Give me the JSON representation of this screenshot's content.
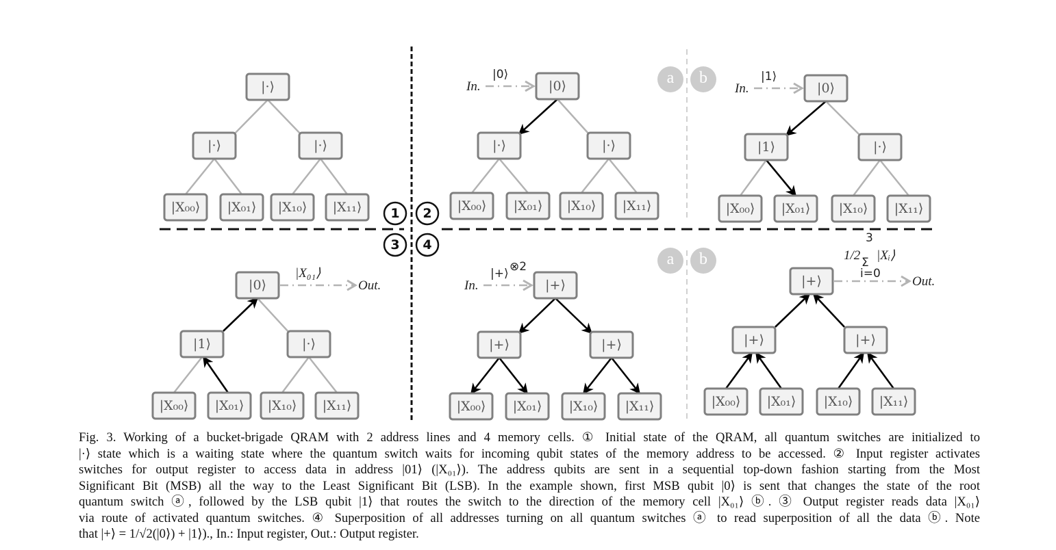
{
  "figure": {
    "panels": [
      {
        "step": "1",
        "nodes": {
          "root": "|·⟩",
          "left": "|·⟩",
          "right": "|·⟩"
        },
        "leaves": [
          "|X₀₀⟩",
          "|X₀₁⟩",
          "|X₁₀⟩",
          "|X₁₁⟩"
        ],
        "input": null,
        "output": null
      },
      {
        "step": "2",
        "sub_label": "a",
        "nodes": {
          "root": "|0⟩",
          "left": "|·⟩",
          "right": "|·⟩"
        },
        "leaves": [
          "|X₀₀⟩",
          "|X₀₁⟩",
          "|X₁₀⟩",
          "|X₁₁⟩"
        ],
        "input": {
          "label": "In.",
          "state": "|0⟩"
        }
      },
      {
        "step": "2",
        "sub_label": "b",
        "nodes": {
          "root": "|0⟩",
          "left": "|1⟩",
          "right": "|·⟩"
        },
        "leaves": [
          "|X₀₀⟩",
          "|X₀₁⟩",
          "|X₁₀⟩",
          "|X₁₁⟩"
        ],
        "input": {
          "label": "In.",
          "state": "|1⟩"
        }
      },
      {
        "step": "3",
        "nodes": {
          "root": "|0⟩",
          "left": "|1⟩",
          "right": "|·⟩"
        },
        "leaves": [
          "|X₀₀⟩",
          "|X₀₁⟩",
          "|X₁₀⟩",
          "|X₁₁⟩"
        ],
        "output": {
          "label": "Out.",
          "state": "|X₀₁⟩"
        }
      },
      {
        "step": "4",
        "sub_label": "a",
        "nodes": {
          "root": "|+⟩",
          "left": "|+⟩",
          "right": "|+⟩"
        },
        "leaves": [
          "|X₀₀⟩",
          "|X₀₁⟩",
          "|X₁₀⟩",
          "|X₁₁⟩"
        ],
        "input": {
          "label": "In.",
          "state": "|+⟩",
          "superscript": "⊗2"
        }
      },
      {
        "step": "4",
        "sub_label": "b",
        "nodes": {
          "root": "|+⟩",
          "left": "|+⟩",
          "right": "|+⟩"
        },
        "leaves": [
          "|X₀₀⟩",
          "|X₀₁⟩",
          "|X₁₀⟩",
          "|X₁₁⟩"
        ],
        "output": {
          "label": "Out.",
          "state_prefix": "1/2",
          "sum_upper": "3",
          "sum_lower": "i=0",
          "state": "|Xᵢ⟩"
        }
      }
    ],
    "step_markers": [
      "1",
      "2",
      "3",
      "4"
    ],
    "sub_markers": [
      "a",
      "b"
    ]
  },
  "caption": {
    "lines": [
      "Fig. 3.  Working of a bucket-brigade QRAM with 2 address lines and 4 memory cells. ① Initial state of the QRAM, all quantum switches are initialized to",
      "|·⟩ state which is a waiting state where the quantum switch waits for incoming qubit states of the memory address to be accessed. ② Input register activates",
      "switches for output register to access data in address |01⟩ (|X₀₁⟩). The address qubits are sent in a sequential top-down fashion starting from the Most",
      "Significant Bit (MSB) all the way to the Least Significant Bit (LSB). In the example shown, first MSB qubit |0⟩ is sent that changes the state of the root",
      "quantum switch ⓐ, followed by the LSB qubit |1⟩ that routes the switch to the direction of the memory cell |X₀₁⟩ ⓑ. ③ Output register reads data |X₀₁⟩",
      "via route of activated quantum switches. ④ Superposition of all addresses turning on all quantum switches ⓐ to read superposition of all the data ⓑ. Note",
      "that |+⟩ = 1/√2(|0⟩) + |1⟩)., In.: Input register, Out.: Output register."
    ]
  }
}
